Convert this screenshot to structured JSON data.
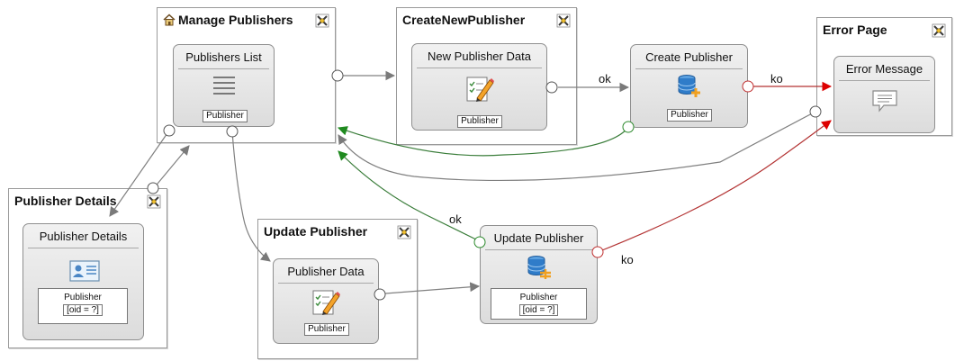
{
  "pages": {
    "manage_publishers": {
      "title": "Manage Publishers"
    },
    "create_new_publisher": {
      "title": "CreateNewPublisher"
    },
    "error_page": {
      "title": "Error Page"
    },
    "publisher_details": {
      "title": "Publisher Details"
    },
    "update_publisher": {
      "title": "Update Publisher"
    }
  },
  "units": {
    "publishers_list": {
      "title": "Publishers List",
      "entity": "Publisher",
      "icon": "index-list-icon"
    },
    "new_publisher_data": {
      "title": "New Publisher Data",
      "entity": "Publisher",
      "icon": "entry-form-icon"
    },
    "create_publisher": {
      "title": "Create Publisher",
      "entity": "Publisher",
      "icon": "create-database-icon"
    },
    "error_message": {
      "title": "Error Message",
      "icon": "message-icon"
    },
    "publisher_details": {
      "title": "Publisher Details",
      "entity": "Publisher",
      "condition": "[oid = ?]",
      "icon": "data-card-icon"
    },
    "publisher_data": {
      "title": "Publisher Data",
      "entity": "Publisher",
      "icon": "entry-form-icon"
    },
    "update_publisher": {
      "title": "Update Publisher",
      "entity": "Publisher",
      "condition": "[oid = ?]",
      "icon": "modify-database-icon"
    }
  },
  "links": {
    "ok_create": "ok",
    "ko_create": "ko",
    "ok_update": "ok",
    "ko_update": "ko"
  },
  "colors": {
    "link_normal": "#808080",
    "link_ok": "#3a7d3a",
    "link_ko": "#b33333",
    "arrow_ko": "#dd0000",
    "unit_fill": "#e2e2e2",
    "page_border": "#9a9a9a"
  }
}
